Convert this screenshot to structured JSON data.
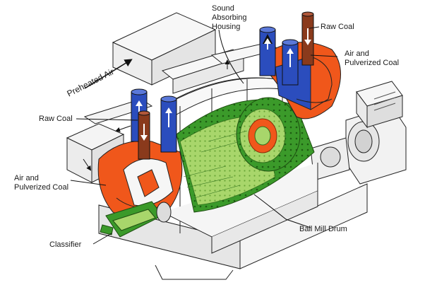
{
  "diagram": {
    "subject": "Ball mill pulverizer",
    "colors": {
      "drum_green": "#3b9a2a",
      "drum_light": "#a8d66b",
      "hood_orange": "#f0571b",
      "air_blue": "#2b4dbd",
      "coal_brown": "#8a3a1c",
      "outline": "#222222"
    },
    "labels": {
      "preheated_air": "Preheated Air",
      "sound_housing": "Sound\nAbsorbing\nHousing",
      "raw_coal_top": "Raw Coal",
      "air_coal_right": "Air and\nPulverized Coal",
      "raw_coal_left": "Raw Coal",
      "air_coal_left": "Air and\nPulverized Coal",
      "ball_mill_drum": "Ball Mill Drum",
      "classifier": "Classifier"
    }
  }
}
